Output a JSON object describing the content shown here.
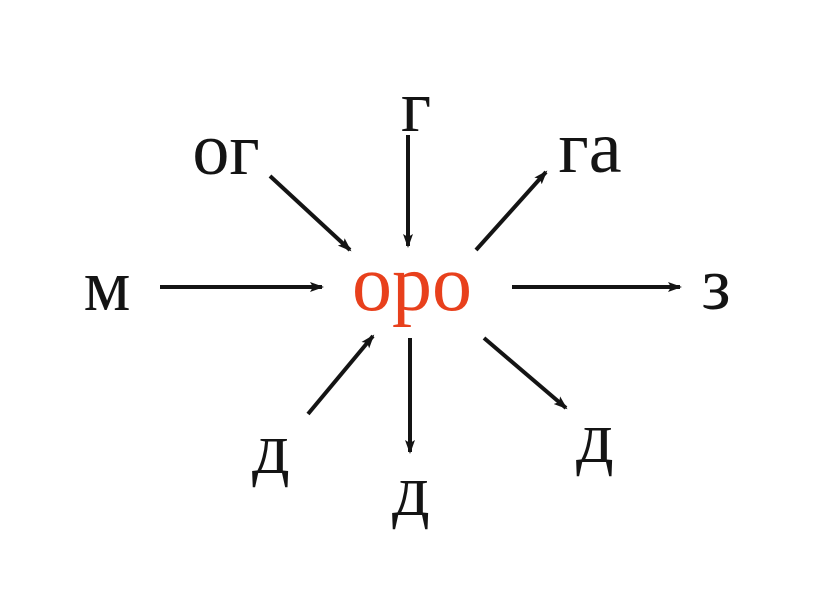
{
  "colors": {
    "center_text": "#e8401c",
    "outer_text": "#141414",
    "arrow": "#141414",
    "background": "#ffffff"
  },
  "center": {
    "label": "оро"
  },
  "nodes": {
    "top_left": "ог",
    "top": "г",
    "top_right": "га",
    "left": "м",
    "right": "з",
    "bottom_left": "д",
    "bottom": "д",
    "bottom_right": "д"
  },
  "edges": [
    {
      "from": "top_left",
      "to": "center",
      "direction": "incoming"
    },
    {
      "from": "top",
      "to": "center",
      "direction": "incoming"
    },
    {
      "from": "left",
      "to": "center",
      "direction": "incoming"
    },
    {
      "from": "bottom_left",
      "to": "center",
      "direction": "incoming"
    },
    {
      "from": "center",
      "to": "top_right",
      "direction": "outgoing"
    },
    {
      "from": "center",
      "to": "right",
      "direction": "outgoing"
    },
    {
      "from": "center",
      "to": "bottom",
      "direction": "outgoing"
    },
    {
      "from": "center",
      "to": "bottom_right",
      "direction": "outgoing"
    }
  ]
}
